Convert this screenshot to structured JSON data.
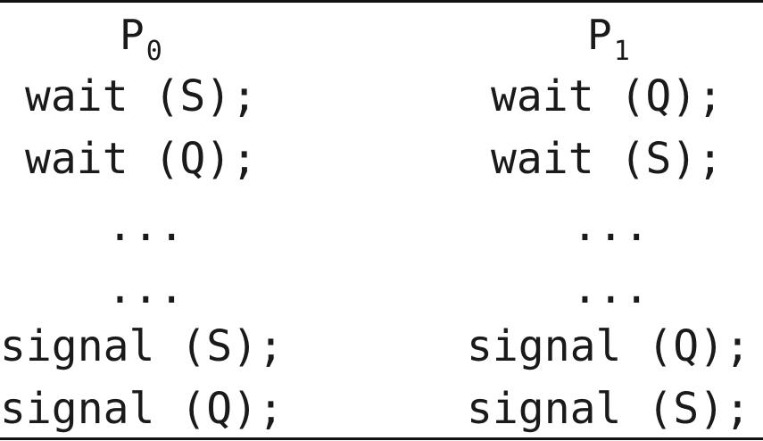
{
  "processes": [
    {
      "name": "P",
      "subscript": "0",
      "lines": [
        "wait (S);",
        "wait (Q);",
        "...",
        "...",
        "signal (S);",
        "signal (Q);"
      ]
    },
    {
      "name": "P",
      "subscript": "1",
      "lines": [
        "wait (Q);",
        "wait (S);",
        "...",
        "...",
        "signal (Q);",
        "signal (S);"
      ]
    }
  ]
}
